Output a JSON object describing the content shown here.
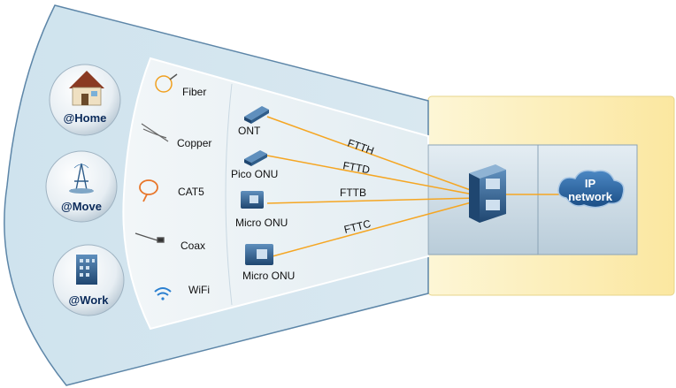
{
  "locations": [
    {
      "label": "@Home",
      "icon": "house-icon"
    },
    {
      "label": "@Move",
      "icon": "eiffel-tower-icon"
    },
    {
      "label": "@Work",
      "icon": "office-building-icon"
    }
  ],
  "media": [
    {
      "label": "Fiber",
      "icon": "fiber-coil-icon"
    },
    {
      "label": "Copper",
      "icon": "copper-wire-icon"
    },
    {
      "label": "CAT5",
      "icon": "cat5-cable-icon"
    },
    {
      "label": "Coax",
      "icon": "coax-cable-icon"
    },
    {
      "label": "WiFi",
      "icon": "wifi-icon"
    }
  ],
  "devices": [
    {
      "label": "ONT",
      "icon": "ont-device-icon"
    },
    {
      "label": "Pico ONU",
      "icon": "pico-onu-device-icon"
    },
    {
      "label": "Micro ONU",
      "icon": "micro-onu-device-icon"
    },
    {
      "label": "Micro ONU",
      "icon": "micro-onu-device-icon"
    }
  ],
  "links": [
    {
      "label": "FTTH"
    },
    {
      "label": "FTTD"
    },
    {
      "label": "FTTB"
    },
    {
      "label": "FTTC"
    }
  ],
  "olt": {
    "icon": "olt-device-icon"
  },
  "network": {
    "line1": "IP",
    "line2": "network",
    "icon": "cloud-icon"
  },
  "colors": {
    "fan_outer": "#cfe3ee",
    "fan_inner": "#e9f2f6",
    "link": "#f5a623",
    "network_bg": "#fdf3c4",
    "device": "#2f5d8a"
  }
}
